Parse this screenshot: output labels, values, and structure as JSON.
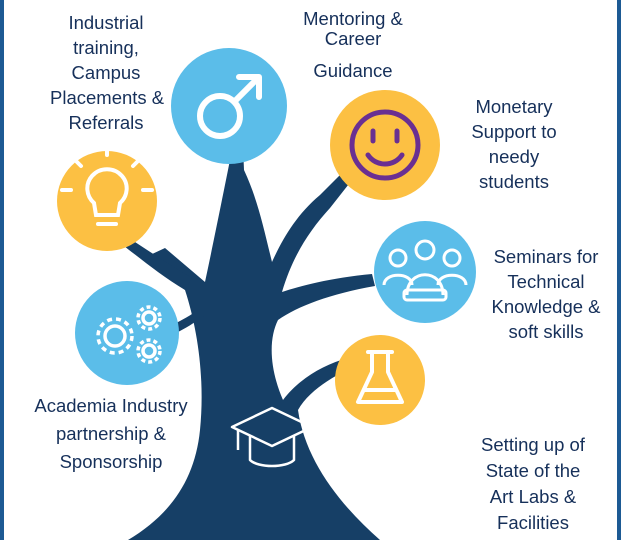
{
  "colors": {
    "trunk": "#163f66",
    "circle_blue": "#5bbde9",
    "circle_yellow": "#fcc043",
    "icon_white": "#ffffff",
    "icon_purple": "#6a2f92",
    "text": "#16305a",
    "border": "#1d5a94"
  },
  "icons": {
    "placements": "lightbulb-icon",
    "mentoring": "male-symbol-icon",
    "monetary": "smiley-face-icon",
    "seminars": "people-group-icon",
    "labs": "flask-icon",
    "academia": "gears-icon",
    "trunk": "graduation-cap-icon"
  },
  "labels": {
    "placements": [
      "Industrial",
      "training,",
      "Campus",
      "Placements &",
      "Referrals"
    ],
    "mentoring": [
      "Mentoring &",
      "Career",
      "Guidance"
    ],
    "monetary": [
      "Monetary",
      "Support to",
      "needy",
      "students"
    ],
    "seminars": [
      "Seminars for",
      "Technical",
      "Knowledge &",
      "soft skills"
    ],
    "academia": [
      "Academia Industry",
      "partnership &",
      "Sponsorship"
    ],
    "labs": [
      "Setting up of",
      "State of the",
      "Art Labs &",
      "Facilities"
    ]
  }
}
